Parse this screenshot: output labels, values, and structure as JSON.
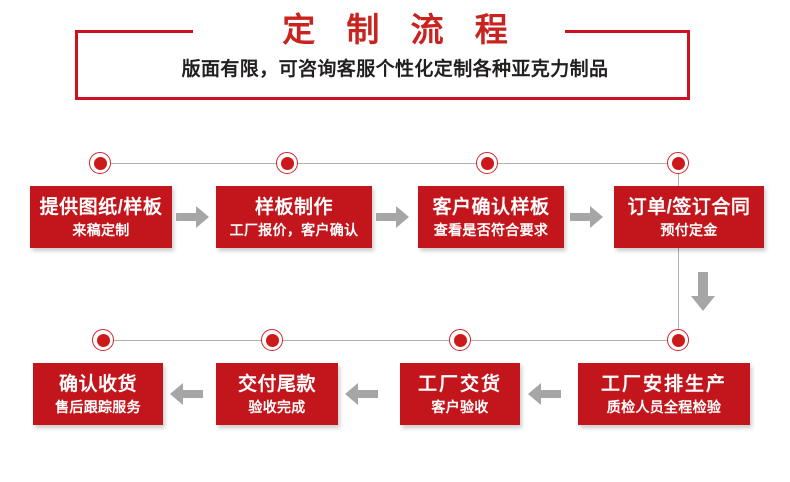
{
  "header": {
    "title": "定 制 流 程",
    "subtitle": "版面有限，可咨询客服个性化定制各种亚克力制品",
    "accent_color": "#cf1020",
    "title_color": "#c9231f",
    "subtitle_color": "#221f1f"
  },
  "palette": {
    "box_red": "#c3161c",
    "dot_red": "#cc1a1a",
    "rail_gray": "#b2b2b2",
    "arrow_gray": "#a6a6a6"
  },
  "flow": {
    "row1": [
      {
        "title": "提供图纸/样板",
        "subtitle": "来稿定制"
      },
      {
        "title": "样板制作",
        "subtitle": "工厂报价，客户确认"
      },
      {
        "title": "客户确认样板",
        "subtitle": "查看是否符合要求"
      },
      {
        "title": "订单/签订合同",
        "subtitle": "预付定金"
      }
    ],
    "row2": [
      {
        "title": "确认收货",
        "subtitle": "售后跟踪服务"
      },
      {
        "title": "交付尾款",
        "subtitle": "验收完成"
      },
      {
        "title": "工厂交货",
        "subtitle": "客户验收"
      },
      {
        "title": "工厂安排生产",
        "subtitle": "质检人员全程检验"
      }
    ],
    "arrow_directions": {
      "row1": "right",
      "row2": "left",
      "connector": "down"
    }
  }
}
